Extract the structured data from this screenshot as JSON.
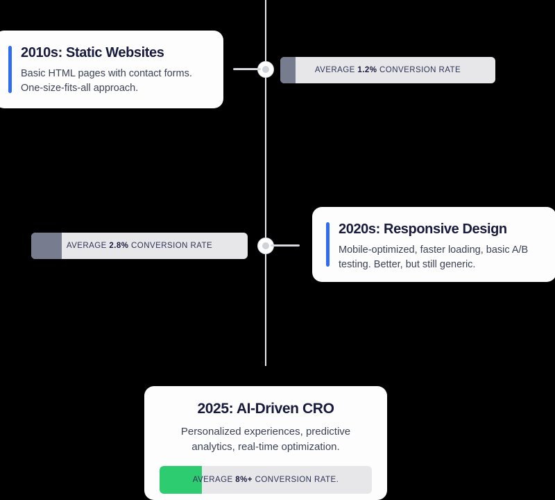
{
  "background_color": "#000000",
  "theme": {
    "card_bg": "#fdfdfd",
    "accent_blue": "#2f6bf3",
    "title_color": "#171a3c",
    "bar_track": "#e7e7e9",
    "fill_gray": "#777d8f",
    "fill_green": "#2ecc71",
    "spine_color": "#e9eaee"
  },
  "timeline": {
    "entries": [
      {
        "id": "entry-2010s",
        "title": "2010s: Static Websites",
        "description": "Basic HTML pages with contact forms. One-size-fits-all approach.",
        "side": "left",
        "accent": "#2f6bf3",
        "metric": {
          "prefix": "AVERAGE ",
          "value": "1.2%",
          "suffix": " CONVERSION RATE",
          "fill_percent": 7,
          "fill_color": "#777d8f"
        }
      },
      {
        "id": "entry-2020s",
        "title": "2020s: Responsive Design",
        "description": "Mobile-optimized, faster loading, basic A/B testing. Better, but still generic.",
        "side": "right",
        "accent": "#2f6bf3",
        "metric": {
          "prefix": "AVERAGE ",
          "value": "2.8%",
          "suffix": " CONVERSION RATE",
          "fill_percent": 14,
          "fill_color": "#777d8f"
        }
      },
      {
        "id": "entry-2025",
        "title": "2025: AI-Driven CRO",
        "description": "Personalized experiences, predictive analytics, real-time optimization.",
        "side": "center",
        "accent": "#2ecc71",
        "metric": {
          "prefix": "AVERAGE ",
          "value": "8%+",
          "suffix": " CONVERSION RATE.",
          "fill_percent": 20,
          "fill_color": "#2ecc71"
        }
      }
    ]
  }
}
